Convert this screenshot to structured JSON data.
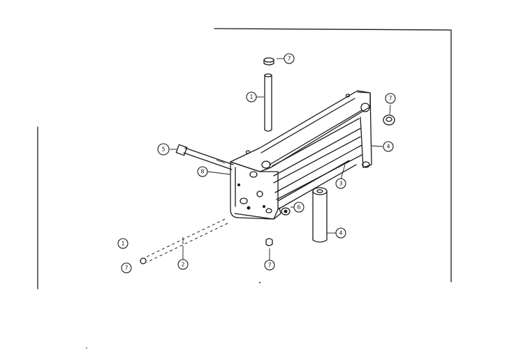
{
  "diagram": {
    "callouts": [
      {
        "id": "c1a",
        "label": "1"
      },
      {
        "id": "c1b",
        "label": "1"
      },
      {
        "id": "c2",
        "label": "2"
      },
      {
        "id": "c3",
        "label": "3"
      },
      {
        "id": "c4a",
        "label": "4"
      },
      {
        "id": "c4b",
        "label": "4"
      },
      {
        "id": "c5",
        "label": "5"
      },
      {
        "id": "c6",
        "label": "6"
      },
      {
        "id": "c7a",
        "label": "7"
      },
      {
        "id": "c7b",
        "label": "7"
      },
      {
        "id": "c7c",
        "label": "7"
      },
      {
        "id": "c7d",
        "label": "7"
      },
      {
        "id": "c8",
        "label": "8"
      }
    ]
  }
}
